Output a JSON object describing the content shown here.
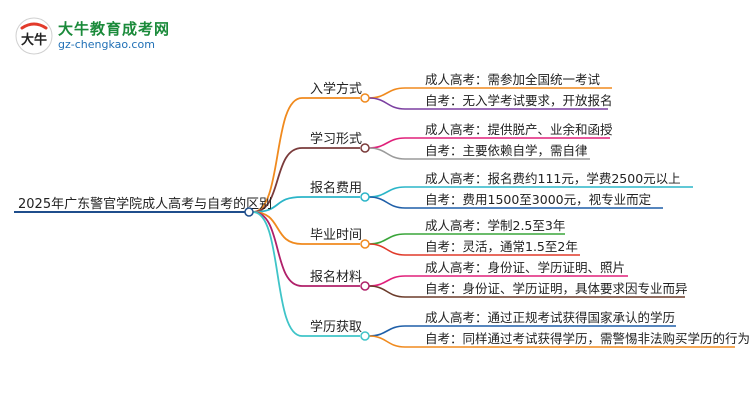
{
  "logo": {
    "title": "大牛教育成考网",
    "url": "gz-chengkao.com",
    "mark_text": "大牛"
  },
  "root": {
    "label": "2025年广东警官学院成人高考与自考的区别"
  },
  "branches": [
    {
      "label": "入学方式",
      "color": "#f08a1e",
      "children": [
        {
          "label": "成人高考：需参加全国统一考试",
          "color": "#f08a1e"
        },
        {
          "label": "自考：无入学考试要求，开放报名",
          "color": "#7b3fa0"
        }
      ]
    },
    {
      "label": "学习形式",
      "color": "#7a3b3b",
      "children": [
        {
          "label": "成人高考：提供脱产、业余和函授",
          "color": "#e0207a"
        },
        {
          "label": "自考：主要依赖自学，需自律",
          "color": "#9a9a9a"
        }
      ]
    },
    {
      "label": "报名费用",
      "color": "#2bb5c8",
      "children": [
        {
          "label": "成人高考：报名费约111元，学费2500元以上",
          "color": "#2bb5c8"
        },
        {
          "label": "自考：费用1500至3000元，视专业而定",
          "color": "#1f5fa8"
        }
      ]
    },
    {
      "label": "毕业时间",
      "color": "#f08a1e",
      "children": [
        {
          "label": "成人高考：学制2.5至3年",
          "color": "#3aa53a"
        },
        {
          "label": "自考：灵活，通常1.5至2年",
          "color": "#e03a2a"
        }
      ]
    },
    {
      "label": "报名材料",
      "color": "#b0206a",
      "children": [
        {
          "label": "成人高考：身份证、学历证明、照片",
          "color": "#e0207a"
        },
        {
          "label": "自考：身份证、学历证明，具体要求因专业而异",
          "color": "#6b3b2a"
        }
      ]
    },
    {
      "label": "学历获取",
      "color": "#3fc4c8",
      "children": [
        {
          "label": "成人高考：通过正规考试获得国家承认的学历",
          "color": "#1f5fa8"
        },
        {
          "label": "自考：同样通过考试获得学历，需警惕非法购买学历的行为",
          "color": "#f08a1e"
        }
      ]
    }
  ]
}
